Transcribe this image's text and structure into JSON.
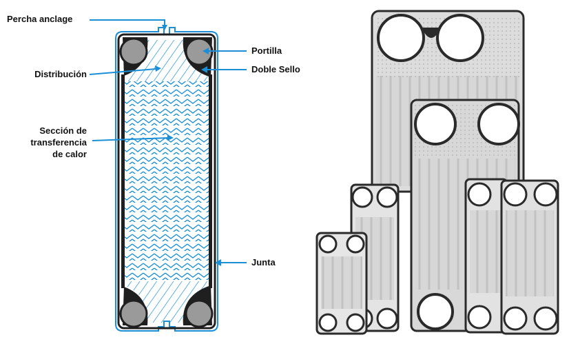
{
  "labels": {
    "percha_anclage": "Percha anclage",
    "distribucion": "Distribución",
    "seccion_line1": "Sección de",
    "seccion_line2": "transferencia",
    "seccion_line3": "de calor",
    "portilla": "Portilla",
    "doble_sello": "Doble Sello",
    "junta": "Junta"
  },
  "colors": {
    "callout": "#1a8fd6",
    "gasket": "#1f1f1f",
    "port": "#9a9a9a",
    "chevron": "#1a8fd6",
    "photo_plate": "#d9d9d9",
    "photo_gasket": "#2a2a2a"
  }
}
